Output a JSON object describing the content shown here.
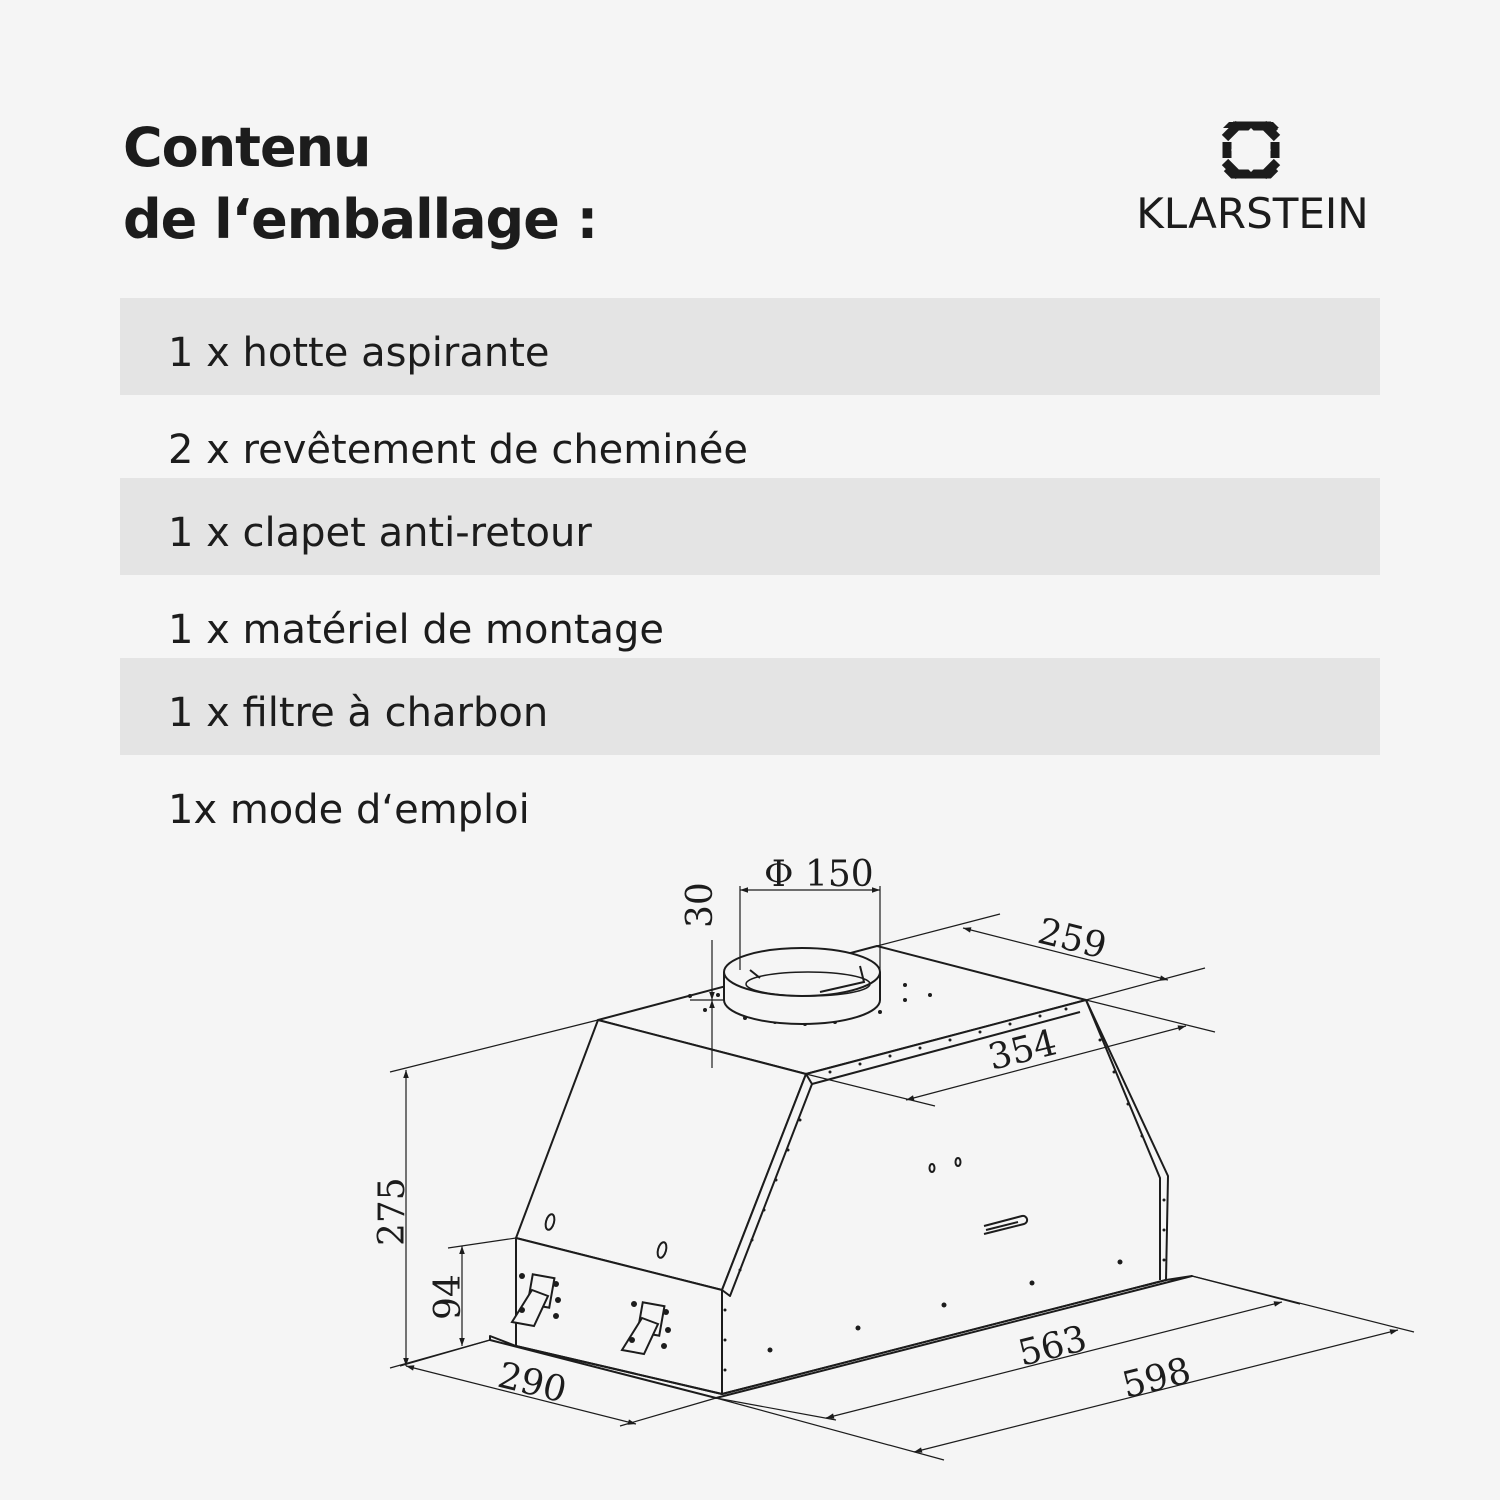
{
  "title": {
    "line1": "Contenu",
    "line2": "de l‘emballage :"
  },
  "brand": {
    "name": "KLARSTEIN",
    "logo_icon": "klarstein-diamond-icon"
  },
  "contents": [
    "1 x hotte aspirante",
    "2 x revêtement de cheminée",
    "1 x clapet anti-retour",
    "1 x matériel de montage",
    "1 x filtre à charbon",
    "1x mode d‘emploi"
  ],
  "dimensions": {
    "duct_diameter": "Φ 150",
    "collar_height": "30",
    "top_depth": "259",
    "top_width": "354",
    "height": "275",
    "front_panel_height": "94",
    "depth": "290",
    "inner_width": "563",
    "width": "598"
  },
  "colors": {
    "background": "#f5f5f5",
    "row_shade": "#e4e4e4",
    "text": "#1c1c1c"
  }
}
